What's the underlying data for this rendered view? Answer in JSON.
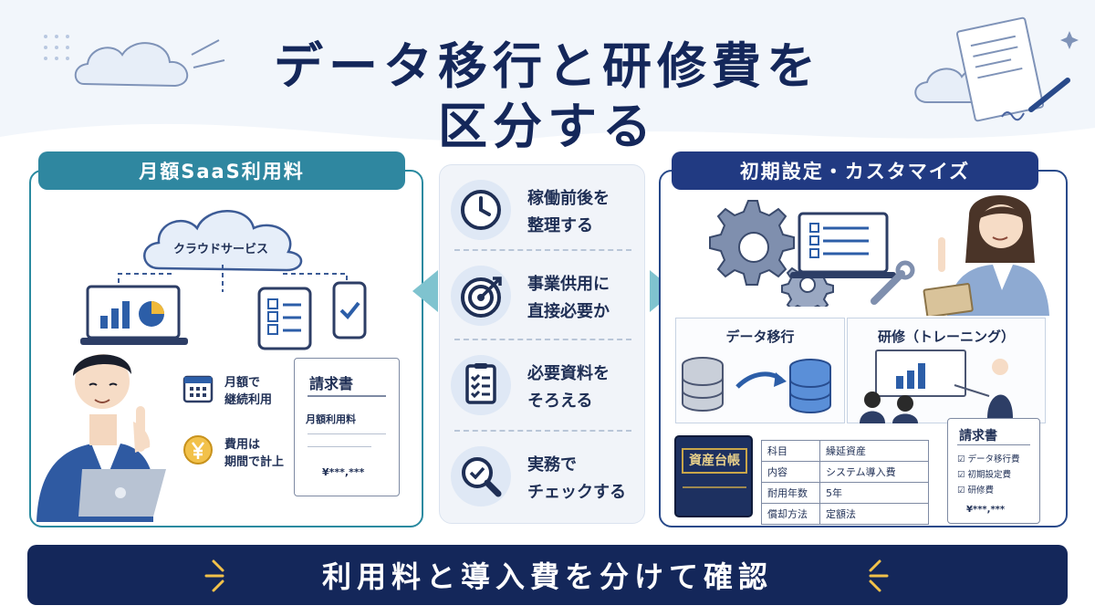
{
  "title": {
    "line1": "データ移行と研修費を",
    "line2": "区分する"
  },
  "left_panel": {
    "header": "月額SaaS利用料",
    "cloud_label": "クラウドサービス",
    "notes": [
      {
        "icon": "calendar-icon",
        "line1": "月額で",
        "line2": "継続利用"
      },
      {
        "icon": "yen-coin-icon",
        "line1": "費用は",
        "line2": "期間で計上"
      }
    ],
    "invoice": {
      "title": "請求書",
      "item": "月額利用料",
      "amount": "¥***,***"
    }
  },
  "middle": {
    "items": [
      {
        "icon": "clock-icon",
        "line1": "稼働前後を",
        "line2": "整理する"
      },
      {
        "icon": "target-icon",
        "line1": "事業供用に",
        "line2": "直接必要か"
      },
      {
        "icon": "checklist-icon",
        "line1": "必要資料を",
        "line2": "そろえる"
      },
      {
        "icon": "magnifier-check-icon",
        "line1": "実務で",
        "line2": "チェックする"
      }
    ]
  },
  "right_panel": {
    "header": "初期設定・カスタマイズ",
    "data_migration_label": "データ移行",
    "training_label": "研修（トレーニング）",
    "ledger_label": "資産台帳",
    "asset_rows": [
      [
        "科目",
        "繰延資産"
      ],
      [
        "内容",
        "システム導入費"
      ],
      [
        "耐用年数",
        "5年"
      ],
      [
        "償却方法",
        "定額法"
      ]
    ],
    "invoice": {
      "title": "請求書",
      "items": [
        "データ移行費",
        "初期設定費",
        "研修費"
      ],
      "amount": "¥***,***"
    }
  },
  "banner": {
    "text": "利用料と導入費を分けて確認"
  },
  "colors": {
    "navy": "#14275a",
    "teal": "#2f87a0",
    "blue": "#213a82",
    "arrow_teal": "#7fc3cf"
  }
}
